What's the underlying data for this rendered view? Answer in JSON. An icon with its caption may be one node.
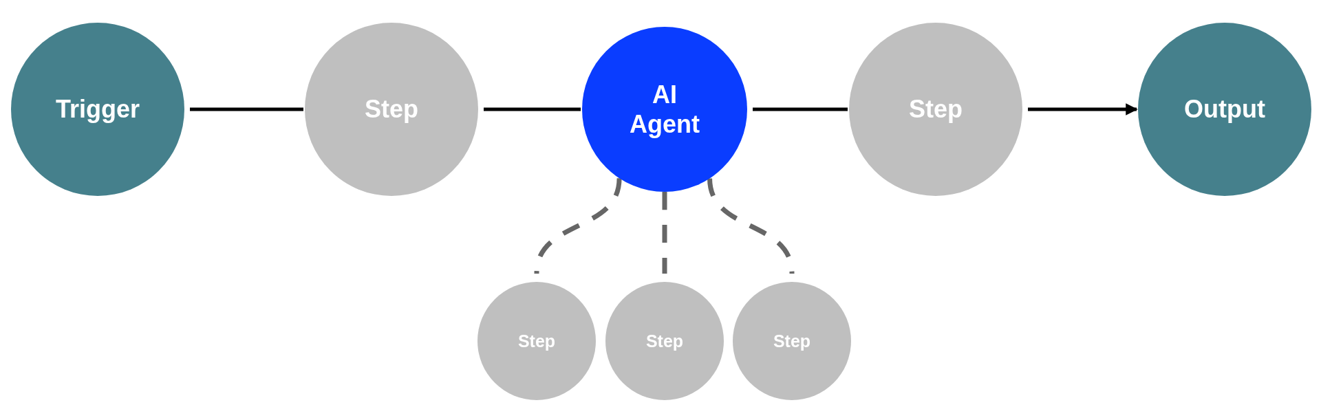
{
  "diagram": {
    "nodes": [
      {
        "text": [
          "Trigger"
        ]
      },
      {
        "text": [
          "Step"
        ]
      },
      {
        "text": [
          "AI Agent"
        ]
      },
      {
        "text": [
          "Step"
        ]
      },
      {
        "text": [
          "Output"
        ]
      },
      {
        "text": [
          "Step"
        ]
      },
      {
        "text": [
          "Step"
        ]
      },
      {
        "text": [
          "Step"
        ]
      }
    ],
    "edges": [
      {
        "from": 0,
        "to": 1,
        "arrow": "none"
      },
      {
        "from": 1,
        "to": 2,
        "arrow": "none"
      },
      {
        "from": 2,
        "to": 3,
        "arrow": "none"
      },
      {
        "from": 3,
        "to": 4,
        "arrow": "to"
      },
      {
        "from": 2,
        "to": 5,
        "arrow": "none",
        "style": "dashed",
        "color": "#666666"
      },
      {
        "from": 2,
        "to": 6,
        "arrow": "none",
        "style": "dashed",
        "color": "#666666"
      },
      {
        "from": 2,
        "to": 7,
        "arrow": "none",
        "style": "dashed",
        "color": "#666666"
      }
    ]
  }
}
